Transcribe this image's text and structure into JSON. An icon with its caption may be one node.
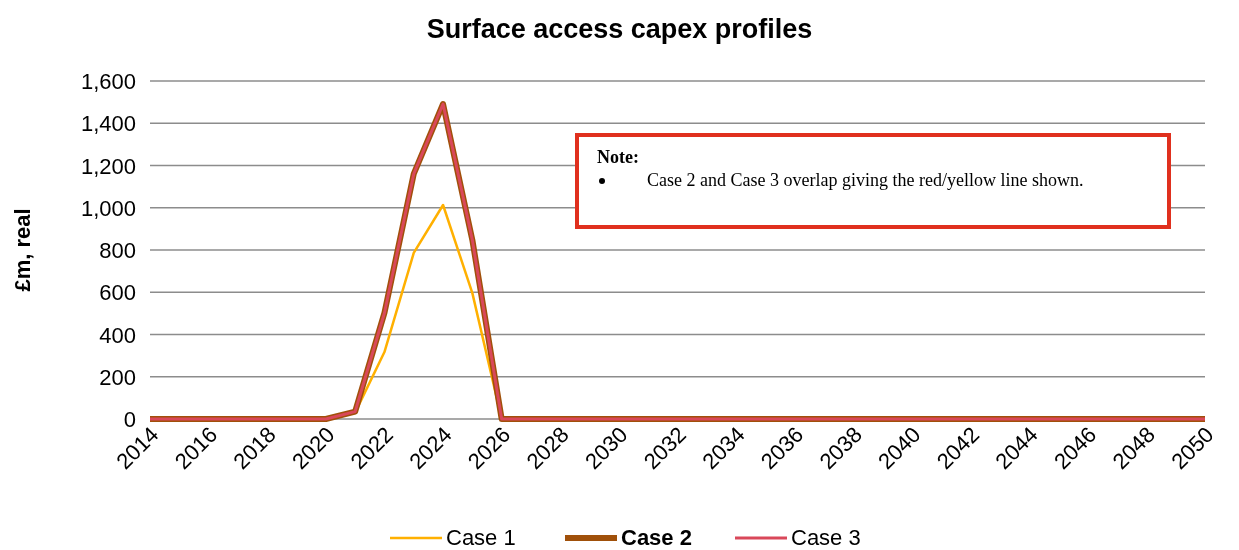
{
  "diagram": {
    "title": "Surface access capex profiles",
    "nodes": [
      {
        "text": [
          "Note:",
          "Case 2 and Case 3 overlap giving the red/yellow line shown."
        ]
      }
    ],
    "edges": [],
    "chart_data": {
      "type": "line",
      "ylabel": "£m, real",
      "x": [
        2014,
        2015,
        2016,
        2017,
        2018,
        2019,
        2020,
        2021,
        2022,
        2023,
        2024,
        2025,
        2026,
        2027,
        2028,
        2029,
        2030,
        2031,
        2032,
        2033,
        2034,
        2035,
        2036,
        2037,
        2038,
        2039,
        2040,
        2041,
        2042,
        2043,
        2044,
        2045,
        2046,
        2047,
        2048,
        2049,
        2050
      ],
      "series": [
        {
          "name": "Case 1",
          "color": "#ffb000",
          "values": [
            null,
            null,
            null,
            null,
            null,
            null,
            null,
            30,
            317,
            786,
            1013,
            596,
            0,
            null,
            null,
            null,
            null,
            null,
            null,
            null,
            null,
            null,
            null,
            null,
            null,
            null,
            null,
            null,
            null,
            null,
            null,
            null,
            null,
            null,
            null,
            null,
            null
          ]
        },
        {
          "name": "Case 2",
          "color": "#a0500a",
          "values": [
            0,
            0,
            0,
            0,
            0,
            0,
            0,
            35,
            502,
            1160,
            1491,
            847,
            0,
            0,
            0,
            0,
            0,
            0,
            0,
            0,
            0,
            0,
            0,
            0,
            0,
            0,
            0,
            0,
            0,
            0,
            0,
            0,
            0,
            0,
            0,
            0,
            0
          ]
        },
        {
          "name": "Case 3",
          "color": "#d9485a",
          "values": [
            0,
            0,
            0,
            0,
            0,
            0,
            0,
            35,
            502,
            1160,
            1491,
            847,
            0,
            0,
            0,
            0,
            0,
            0,
            0,
            0,
            0,
            0,
            0,
            0,
            0,
            0,
            0,
            0,
            0,
            0,
            0,
            0,
            0,
            0,
            0,
            0,
            0
          ]
        }
      ],
      "xlim": [
        2014,
        2050
      ],
      "ylim": [
        0,
        1600
      ],
      "grid": true,
      "legend": "bottom",
      "xticks": [
        2014,
        2016,
        2018,
        2020,
        2022,
        2024,
        2026,
        2028,
        2030,
        2032,
        2034,
        2036,
        2038,
        2040,
        2042,
        2044,
        2046,
        2048,
        2050
      ],
      "yticks": [
        {
          "value": 0,
          "label": "0"
        },
        {
          "value": 200,
          "label": "200"
        },
        {
          "value": 400,
          "label": "400"
        },
        {
          "value": 600,
          "label": "600"
        },
        {
          "value": 800,
          "label": "800"
        },
        {
          "value": 1000,
          "label": "1,000"
        },
        {
          "value": 1200,
          "label": "1,200"
        },
        {
          "value": 1400,
          "label": "1,400"
        },
        {
          "value": 1600,
          "label": "1,600"
        }
      ]
    }
  }
}
